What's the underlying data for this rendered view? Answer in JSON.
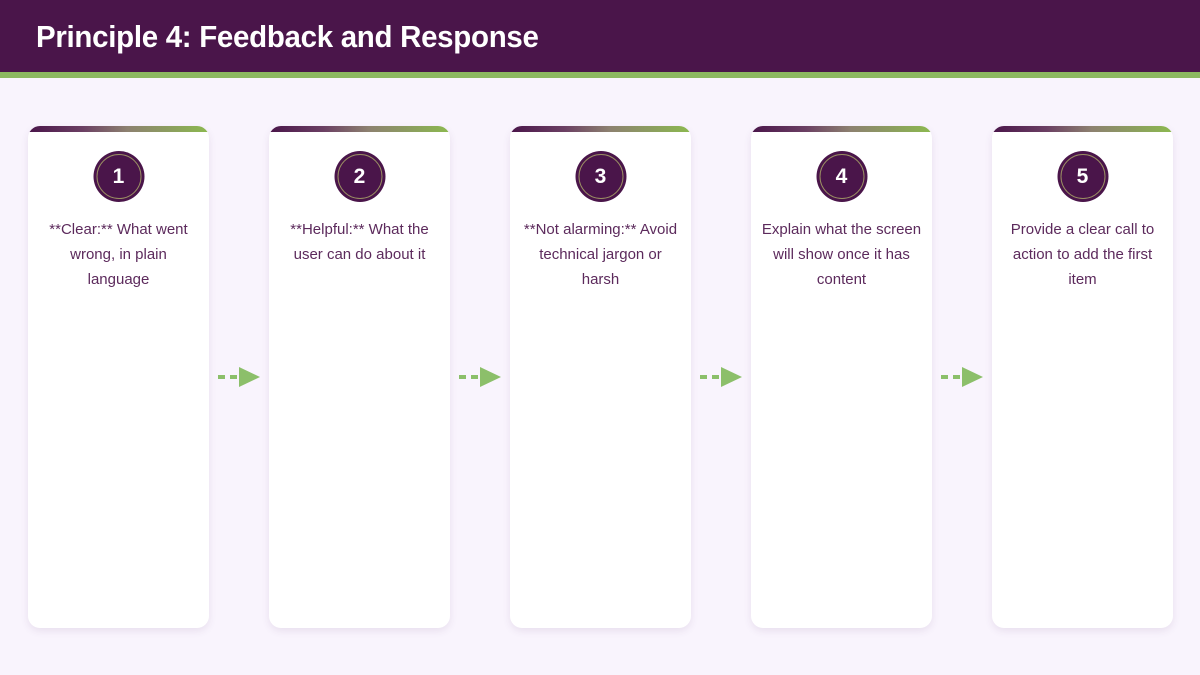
{
  "header": {
    "title": "Principle 4: Feedback and Response",
    "background_color": "#4a154a",
    "accent_color": "#8cb860",
    "title_color": "#ffffff"
  },
  "page": {
    "background_color": "#f9f4fd"
  },
  "theme": {
    "card_background": "#ffffff",
    "badge_color": "#4a154a",
    "badge_ring_color": "#9a8f63",
    "text_color": "#5c2a5c",
    "arrow_color": "#8cbf6a",
    "gradient_start": "#4a154a",
    "gradient_end": "#8cb94f"
  },
  "cards": [
    {
      "number": "1",
      "text": "**Clear:** What went wrong, in plain language"
    },
    {
      "number": "2",
      "text": "**Helpful:** What the user can do about it"
    },
    {
      "number": "3",
      "text": "**Not alarming:** Avoid technical jargon or harsh"
    },
    {
      "number": "4",
      "text": "Explain what the screen will show once it has content"
    },
    {
      "number": "5",
      "text": "Provide a clear call to action to add the first item"
    }
  ],
  "connectors": [
    {
      "name": "arrow-1-to-2"
    },
    {
      "name": "arrow-2-to-3"
    },
    {
      "name": "arrow-3-to-4"
    },
    {
      "name": "arrow-4-to-5"
    }
  ]
}
